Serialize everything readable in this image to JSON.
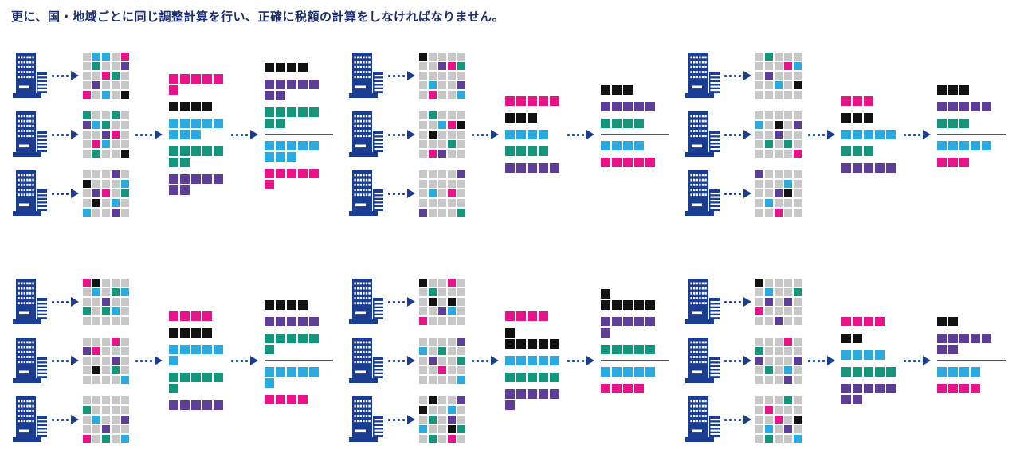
{
  "title": "更に、国・地域ごとに同じ調整計算を行い、正確に税額の計算をしなければなりません。",
  "colors": {
    "navy": "#1b3d91",
    "text": "#1c2d6e",
    "gray": "#c7c7c7",
    "pink": "#e81388",
    "cyan": "#29abe2",
    "teal": "#13967c",
    "purple": "#5c3e99",
    "black": "#121212",
    "line": "#54565b"
  },
  "icons": {
    "building": "building-icon",
    "arrow": "dotted-arrow-icon"
  },
  "cell_legend": {
    ".": "gray",
    "P": "pink",
    "C": "cyan",
    "T": "teal",
    "U": "purple",
    "K": "black"
  },
  "groups": [
    {
      "grids": [
        [
          ".CC.P",
          ".T..U",
          "..PT.",
          ".U...",
          "P.C.K"
        ],
        [
          "T..T.",
          "UCT..",
          "..UP.",
          ".PC..",
          ".T..K"
        ],
        [
          "...U.",
          "K...C",
          ".UP.T",
          ".K.C.",
          "C..U."
        ]
      ],
      "mid": [
        {
          "color": "pink",
          "rows": [
            5,
            1
          ]
        },
        {
          "color": "black",
          "rows": [
            4
          ]
        },
        {
          "color": "cyan",
          "rows": [
            5,
            3
          ]
        },
        {
          "color": "teal",
          "rows": [
            5,
            2
          ]
        },
        {
          "color": "purple",
          "rows": [
            5,
            2
          ]
        }
      ],
      "result_top": [
        {
          "color": "black",
          "rows": [
            4
          ]
        },
        {
          "color": "purple",
          "rows": [
            5,
            2
          ]
        },
        {
          "color": "teal",
          "rows": [
            5,
            2
          ]
        }
      ],
      "result_bottom": [
        {
          "color": "cyan",
          "rows": [
            5,
            3
          ]
        },
        {
          "color": "pink",
          "rows": [
            5,
            1
          ]
        }
      ]
    },
    {
      "grids": [
        [
          "K....",
          "..UPT",
          ".....",
          ".C..U",
          ".P..C"
        ],
        [
          ".T...",
          "..CPK",
          ".K...",
          "...T.",
          ".PU.."
        ],
        [
          "....U",
          ".....",
          ".C.P.",
          ".....",
          "U...T"
        ]
      ],
      "mid": [
        {
          "color": "pink",
          "rows": [
            5
          ]
        },
        {
          "color": "black",
          "rows": [
            3
          ]
        },
        {
          "color": "cyan",
          "rows": [
            4
          ]
        },
        {
          "color": "teal",
          "rows": [
            4
          ]
        },
        {
          "color": "purple",
          "rows": [
            5
          ]
        }
      ],
      "result_top": [
        {
          "color": "black",
          "rows": [
            3
          ]
        },
        {
          "color": "purple",
          "rows": [
            5
          ]
        },
        {
          "color": "teal",
          "rows": [
            4
          ]
        }
      ],
      "result_bottom": [
        {
          "color": "cyan",
          "rows": [
            4
          ]
        },
        {
          "color": "pink",
          "rows": [
            5
          ]
        }
      ]
    },
    {
      "grids": [
        [
          ".T...",
          "...PC",
          ".U...",
          "..C.K",
          "....."
        ],
        [
          ".....",
          "C.K.U",
          "..U..",
          ".T.T.",
          "....P"
        ],
        [
          "U....",
          "...C.",
          "..UK.",
          ".C...",
          "..P.."
        ]
      ],
      "mid": [
        {
          "color": "pink",
          "rows": [
            3
          ]
        },
        {
          "color": "black",
          "rows": [
            3
          ]
        },
        {
          "color": "cyan",
          "rows": [
            5
          ]
        },
        {
          "color": "teal",
          "rows": [
            3
          ]
        },
        {
          "color": "purple",
          "rows": [
            5
          ]
        }
      ],
      "result_top": [
        {
          "color": "black",
          "rows": [
            3
          ]
        },
        {
          "color": "purple",
          "rows": [
            5
          ]
        },
        {
          "color": "teal",
          "rows": [
            3
          ]
        }
      ],
      "result_bottom": [
        {
          "color": "cyan",
          "rows": [
            5
          ]
        },
        {
          "color": "pink",
          "rows": [
            3
          ]
        }
      ]
    },
    {
      "grids": [
        [
          "PK...",
          ".C.TC",
          "..U..",
          "T.TC.",
          "....."
        ],
        [
          "...P.",
          "UP...",
          "...U.",
          ".K.T.",
          "....C"
        ],
        [
          ".....",
          "T....",
          ".C..U",
          "..U..",
          "P.T.C"
        ]
      ],
      "mid": [
        {
          "color": "pink",
          "rows": [
            4
          ]
        },
        {
          "color": "black",
          "rows": [
            4
          ]
        },
        {
          "color": "cyan",
          "rows": [
            5,
            1
          ]
        },
        {
          "color": "teal",
          "rows": [
            5,
            1
          ]
        },
        {
          "color": "purple",
          "rows": [
            5
          ]
        }
      ],
      "result_top": [
        {
          "color": "black",
          "rows": [
            4
          ]
        },
        {
          "color": "purple",
          "rows": [
            5
          ]
        },
        {
          "color": "teal",
          "rows": [
            5,
            1
          ]
        }
      ],
      "result_bottom": [
        {
          "color": "cyan",
          "rows": [
            5,
            1
          ]
        },
        {
          "color": "pink",
          "rows": [
            4
          ]
        }
      ]
    },
    {
      "grids": [
        [
          "K..P.",
          ".T...",
          ".K.K.",
          "..UC.",
          "P...."
        ],
        [
          "....U",
          "C.T..",
          ".U..T",
          "..P..",
          "....C"
        ],
        [
          ".K..U",
          "K..C.",
          ".T.U.",
          "C..KT",
          ".T.P."
        ]
      ],
      "mid": [
        {
          "color": "pink",
          "rows": [
            4
          ]
        },
        {
          "color": "black",
          "rows": [
            1,
            5
          ]
        },
        {
          "color": "cyan",
          "rows": [
            5
          ]
        },
        {
          "color": "teal",
          "rows": [
            5
          ]
        },
        {
          "color": "purple",
          "rows": [
            5,
            1
          ]
        }
      ],
      "result_top": [
        {
          "color": "black",
          "rows": [
            1,
            5
          ]
        },
        {
          "color": "purple",
          "rows": [
            5,
            1
          ]
        },
        {
          "color": "teal",
          "rows": [
            5
          ]
        }
      ],
      "result_bottom": [
        {
          "color": "cyan",
          "rows": [
            5
          ]
        },
        {
          "color": "pink",
          "rows": [
            4
          ]
        }
      ]
    },
    {
      "grids": [
        [
          "K....",
          ".C..T",
          ".U.U.",
          "P....",
          "..U.."
        ],
        [
          "...P.",
          "T....",
          "U...U",
          ".T.C.",
          "...U."
        ],
        [
          "...T.",
          ".P...",
          "..P.K",
          ".C.U.",
          ".T..C"
        ]
      ],
      "mid": [
        {
          "color": "pink",
          "rows": [
            4
          ]
        },
        {
          "color": "black",
          "rows": [
            2
          ]
        },
        {
          "color": "cyan",
          "rows": [
            4
          ]
        },
        {
          "color": "teal",
          "rows": [
            5
          ]
        },
        {
          "color": "purple",
          "rows": [
            5,
            2
          ]
        }
      ],
      "result_top": [
        {
          "color": "black",
          "rows": [
            2
          ]
        },
        {
          "color": "purple",
          "rows": [
            5,
            2
          ]
        }
      ],
      "result_bottom": [
        {
          "color": "cyan",
          "rows": [
            4
          ]
        },
        {
          "color": "pink",
          "rows": [
            4
          ]
        }
      ]
    }
  ]
}
